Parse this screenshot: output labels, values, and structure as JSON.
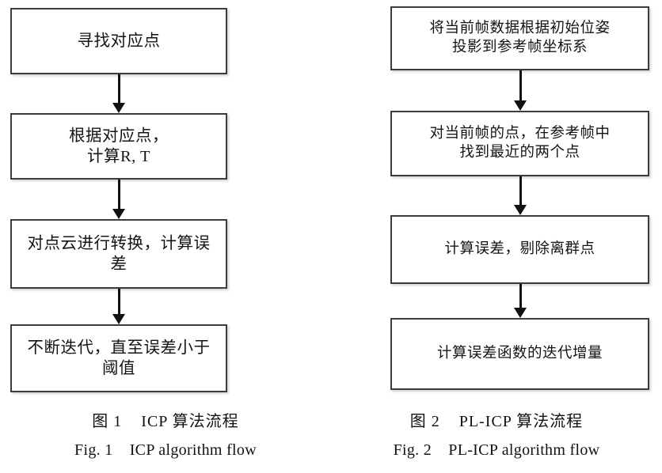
{
  "figures": [
    {
      "id": "icp",
      "caption_cn": "图 1    ICP 算法流程",
      "caption_en": "Fig. 1    ICP algorithm flow",
      "steps": [
        {
          "label": "寻找对应点"
        },
        {
          "label": "根据对应点，\n计算R, T"
        },
        {
          "label": "对点云进行转换，计算误\n差"
        },
        {
          "label": "不断迭代，直至误差小于\n阈值"
        }
      ],
      "arrows": [
        {
          "direction": "down"
        },
        {
          "direction": "down"
        },
        {
          "direction": "down"
        }
      ]
    },
    {
      "id": "plicp",
      "caption_cn": "图 2    PL-ICP 算法流程",
      "caption_en": "Fig. 2    PL-ICP algorithm flow",
      "steps": [
        {
          "label": "将当前帧数据根据初始位姿\n投影到参考帧坐标系"
        },
        {
          "label": "对当前帧的点，在参考帧中\n找到最近的两个点"
        },
        {
          "label": "计算误差，剔除离群点"
        },
        {
          "label": "计算误差函数的迭代增量"
        }
      ],
      "arrows": [
        {
          "direction": "down"
        },
        {
          "direction": "down"
        },
        {
          "direction": "down"
        }
      ]
    }
  ],
  "style": {
    "background": "#ffffff",
    "box_fill": "#ffffff",
    "box_border": "#3c3c3c",
    "arrow_color": "#111111",
    "text_color": "#141414"
  }
}
